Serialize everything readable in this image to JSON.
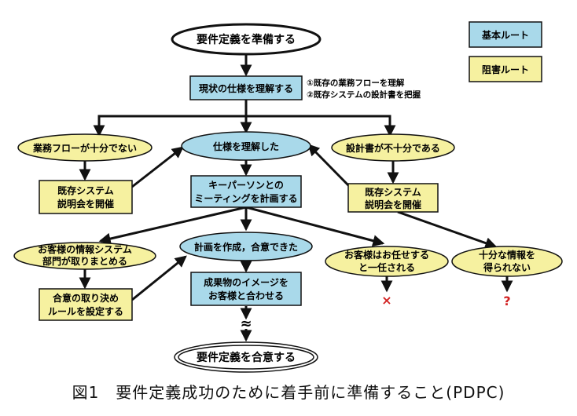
{
  "legend": {
    "basic": {
      "label": "基本ルート",
      "color": "#a9d9ea"
    },
    "obstacle": {
      "label": "阻害ルート",
      "color": "#f6f1a0"
    }
  },
  "nodes": {
    "start": "要件定義を準備する",
    "understand_spec": "現状の仕様を理解する",
    "note_line1": "①既存の業務フローを理解",
    "note_line2": "②既存システムの設計書を把握",
    "flow_insufficient": "業務フローが十分でない",
    "spec_understood": "仕様を理解した",
    "design_insufficient": "設計書が不十分である",
    "briefing_left_line1": "既存システム",
    "briefing_left_line2": "説明会を開催",
    "plan_meeting_line1": "キーパーソンとの",
    "plan_meeting_line2": "ミーティングを計画する",
    "briefing_right_line1": "既存システム",
    "briefing_right_line2": "説明会を開催",
    "customer_it_line1": "お客様の情報システム",
    "customer_it_line2": "部門が取りまとめる",
    "plan_agreed": "計画を作成，合意できた",
    "leave_to_us_line1": "お客様はお任せする",
    "leave_to_us_line2": "と一任される",
    "not_enough_info_line1": "十分な情報を",
    "not_enough_info_line2": "得られない",
    "consensus_rules_line1": "合意の取り決め",
    "consensus_rules_line2": "ルールを設定する",
    "deliverable_image_line1": "成果物のイメージを",
    "deliverable_image_line2": "お客様と合わせる",
    "wavy": "≈",
    "end": "要件定義を合意する",
    "cross_mark": "×",
    "question_mark": "?"
  },
  "colors": {
    "cross": "#d22222",
    "question": "#d22222",
    "stroke": "#111111"
  },
  "caption": "図1　要件定義成功のために着手前に準備すること(PDPC)"
}
